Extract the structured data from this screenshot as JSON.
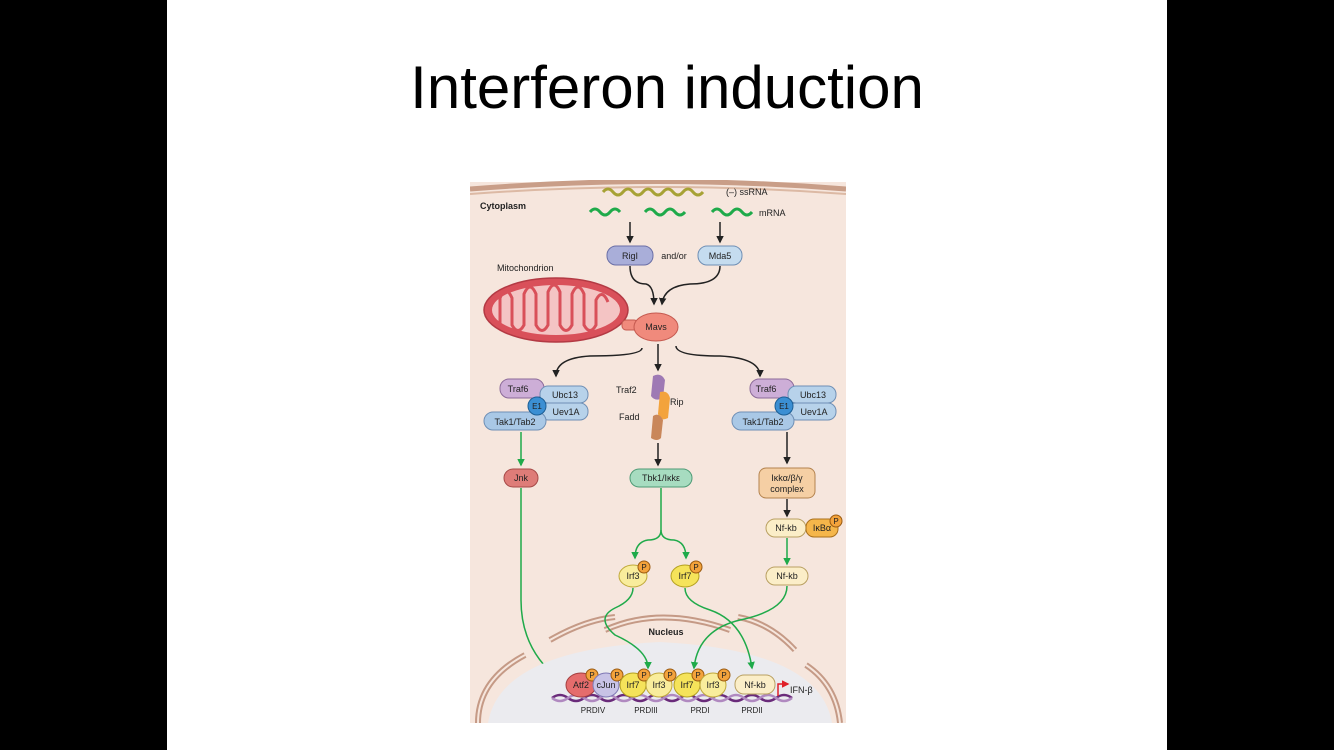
{
  "slide": {
    "title": "Interferon induction"
  },
  "figure": {
    "regions": {
      "cytoplasm": "Cytoplasm",
      "nucleus": "Nucleus",
      "mitochondrion": "Mitochondrion"
    },
    "rna": {
      "ssrna": "(–) ssRNA",
      "mrna": "mRNA"
    },
    "sensors": {
      "rig1": "RigI",
      "andor": "and/or",
      "mda5": "Mda5"
    },
    "mavs": "Mavs",
    "left_complex": {
      "traf6": "Traf6",
      "ubc13": "Ubc13",
      "e1": "E1",
      "uev1a": "Uev1A",
      "tak1": "Tak1/Tab2",
      "jnk": "Jnk"
    },
    "middle": {
      "traf2": "Traf2",
      "rip": "Rip",
      "fadd": "Fadd",
      "tbk1": "Tbk1/Iκkε",
      "irf3": "Irf3",
      "irf7": "Irf7"
    },
    "right_complex": {
      "traf6": "Traf6",
      "ubc13": "Ubc13",
      "e1": "E1",
      "uev1a": "Uev1A",
      "tak1": "Tak1/Tab2",
      "ikk_line1": "Iκkα/β/γ",
      "ikk_line2": "complex",
      "nfkb": "Nf-kb",
      "ikba": "IκBα",
      "nfkb_free": "Nf-kb"
    },
    "phospho": "P",
    "promoter": {
      "factors": [
        "Atf2",
        "cJun",
        "Irf7",
        "Irf3",
        "Irf7",
        "Irf3",
        "Nf-kb"
      ],
      "gene": "IFN-β",
      "regions": [
        "PRDIV",
        "PRDIII",
        "PRDI",
        "PRDII"
      ]
    }
  }
}
